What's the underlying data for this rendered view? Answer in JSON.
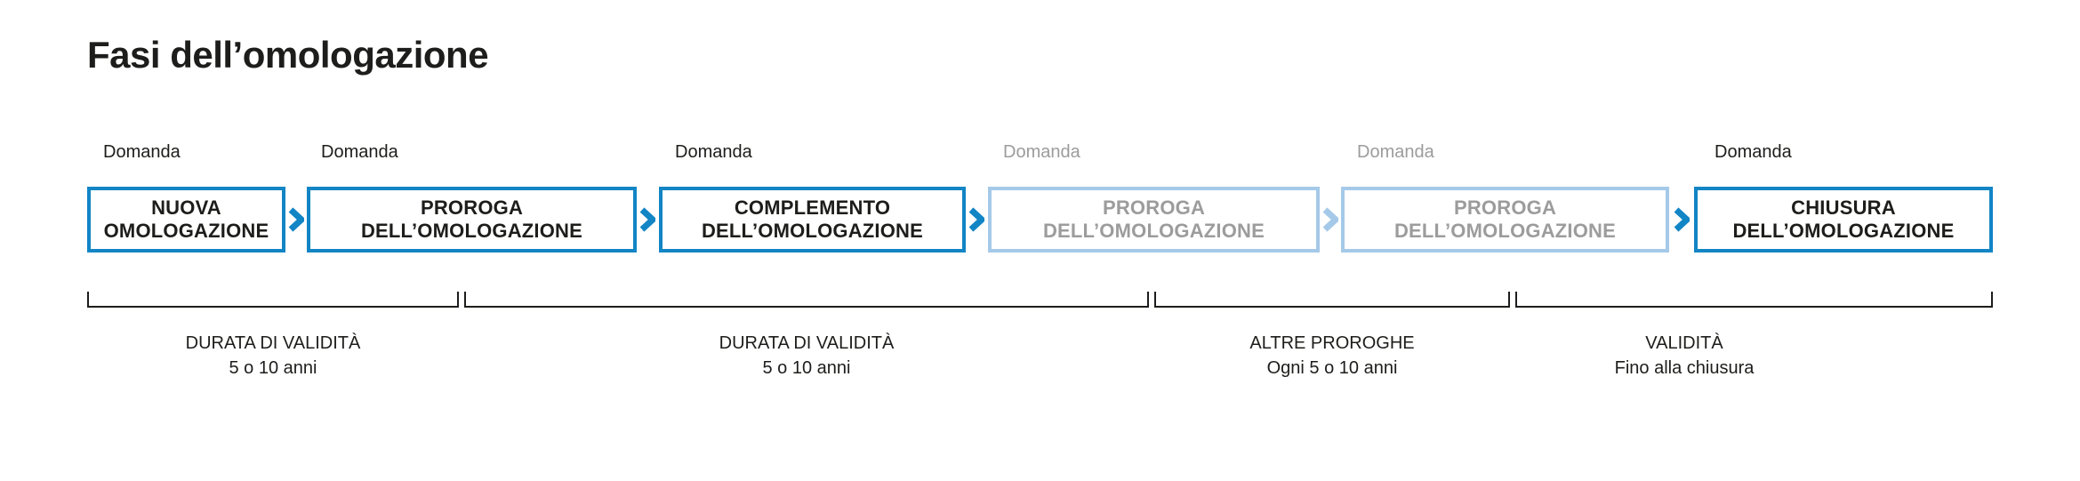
{
  "page": {
    "title": "Fasi dell’omologazione"
  },
  "flow": {
    "steps": [
      {
        "domanda": "Domanda",
        "label": "NUOVA\nOMOLOGAZIONE",
        "state": "active"
      },
      {
        "domanda": "Domanda",
        "label": "PROROGA\nDELL’OMOLOGAZIONE",
        "state": "active"
      },
      {
        "domanda": "Domanda",
        "label": "COMPLEMENTO\nDELL’OMOLOGAZIONE",
        "state": "active"
      },
      {
        "domanda": "Domanda",
        "label": "PROROGA\nDELL’OMOLOGAZIONE",
        "state": "muted"
      },
      {
        "domanda": "Domanda",
        "label": "PROROGA\nDELL’OMOLOGAZIONE",
        "state": "muted"
      },
      {
        "domanda": "Domanda",
        "label": "CHIUSURA\nDELL’OMOLOGAZIONE",
        "state": "active"
      }
    ]
  },
  "spans": [
    {
      "title": "DURATA DI VALIDITÀ",
      "subtitle": "5 o 10 anni"
    },
    {
      "title": "DURATA DI VALIDITÀ",
      "subtitle": "5 o 10 anni"
    },
    {
      "title": "ALTRE PROROGHE",
      "subtitle": "Ogni 5 o 10 anni"
    },
    {
      "title": "VALIDITÀ",
      "subtitle": "Fino alla chiusura"
    }
  ],
  "colors": {
    "accent": "#1285c5",
    "accent_light": "#a5c9e8",
    "text_dark": "#1d1d1b",
    "text_muted": "#9c9c9c"
  }
}
